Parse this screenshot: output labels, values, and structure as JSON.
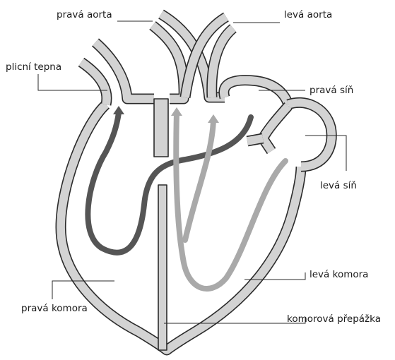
{
  "labels": {
    "prava_aorta": "pravá aorta",
    "leva_aorta": "levá aorta",
    "plicni_tepna": "plicní tepna",
    "prava_sin": "pravá síň",
    "leva_sin": "levá síň",
    "leva_komora": "levá komora",
    "prava_komora": "pravá komora",
    "komorova_prepazka": "komorová přepážka"
  },
  "colors": {
    "wall_fill": "#d3d3d3",
    "wall_outline": "#2b2b2b",
    "deoxygenated_flow": "#555555",
    "oxygenated_flow": "#a9a9a9"
  }
}
